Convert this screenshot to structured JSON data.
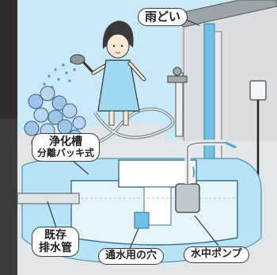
{
  "labels": {
    "amadoi": "雨どい",
    "jokaso_line1": "浄化槽",
    "jokaso_line2": "分離バッキ式",
    "kizon_line1": "既存",
    "kizon_line2": "排水管",
    "tsusui": "通水用の穴",
    "pump": "水中ポンプ"
  },
  "colors": {
    "sky": "#c9e9f8",
    "wall": "#d9dde0",
    "ground": "#e3e6e8",
    "water": "#b6e3f6",
    "tank": "#e4f4fc",
    "dress": "#9fd8f2",
    "photo_left": "#2e2e2e"
  }
}
